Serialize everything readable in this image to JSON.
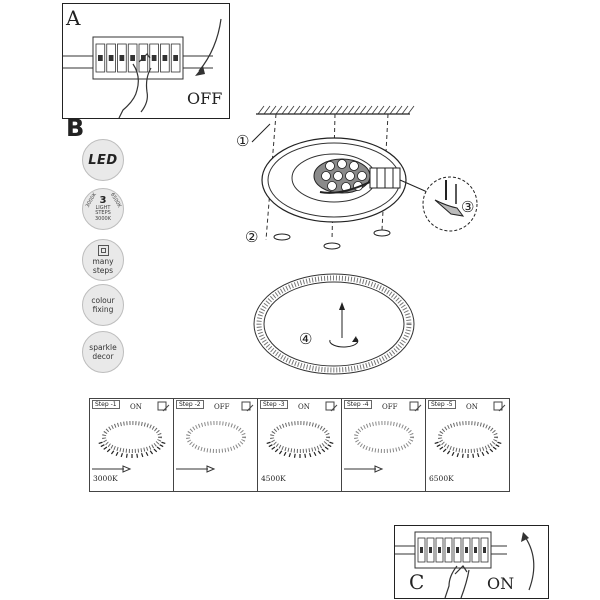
{
  "panel_a": {
    "letter": "A",
    "switch_text": "OFF"
  },
  "panel_b": {
    "letter": "B"
  },
  "panel_c": {
    "letter": "C",
    "switch_text": "ON"
  },
  "features": [
    {
      "icon": "led-icon",
      "text": "LED"
    },
    {
      "icon": "light-steps-icon",
      "big": "3",
      "line1": "LIGHT",
      "line2": "STEPS",
      "line3": "3000K",
      "left": "3000K",
      "right": "6500K"
    },
    {
      "icon": "many-steps-icon",
      "text1": "many",
      "text2": "steps"
    },
    {
      "icon": "colour-fixing-icon",
      "text1": "colour",
      "text2": "fixing"
    },
    {
      "icon": "sparkle-decor-icon",
      "text1": "sparkle",
      "text2": "decor"
    }
  ],
  "callouts": [
    "①",
    "②",
    "③",
    "④"
  ],
  "steps": [
    {
      "label": "Step -1",
      "switch": "ON",
      "kelvin": "3000K"
    },
    {
      "label": "Step -2",
      "switch": "OFF",
      "kelvin": ""
    },
    {
      "label": "Step -3",
      "switch": "ON",
      "kelvin": "4500K"
    },
    {
      "label": "Step -4",
      "switch": "OFF",
      "kelvin": ""
    },
    {
      "label": "Step -5",
      "switch": "ON",
      "kelvin": "6500K"
    }
  ]
}
